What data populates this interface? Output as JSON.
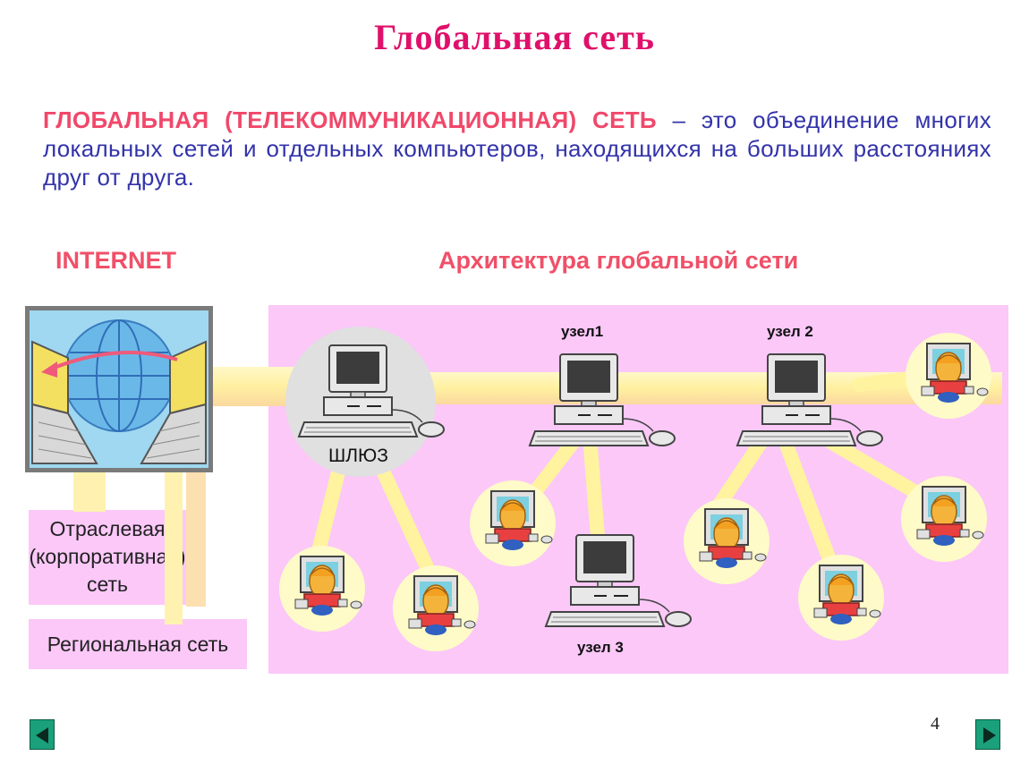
{
  "title": "Глобальная  сеть",
  "definition": {
    "term": "ГЛОБАЛЬНАЯ  (ТЕЛЕКОММУНИКАЦИОННАЯ)  СЕТЬ",
    "text": " – это  объединение многих локальных сетей и отдельных компьютеров, находящихся на больших расстояниях друг  от  друга."
  },
  "labels": {
    "internet": "INTERNET",
    "architecture": "Архитектура  глобальной  сети"
  },
  "nodes": {
    "gateway": "ШЛЮЗ",
    "node1": "узел1",
    "node2": "узел 2",
    "node3": "узел 3"
  },
  "side_boxes": {
    "corporate_line1": "Отраслевая",
    "corporate_line2": "(корпоративная)",
    "corporate_line3": "сеть",
    "regional": "Региональная сеть"
  },
  "page_number": "4",
  "colors": {
    "title": "#e0106a",
    "definition_term": "#f0486a",
    "definition_text": "#3333aa",
    "background_area": "#fbc8f8",
    "link": "#fff3a0",
    "nav_button": "#1aa07a"
  },
  "icons": {
    "internet": "internet-globe-laptops-icon",
    "computer": "desktop-computer-icon",
    "user": "user-at-computer-icon",
    "prev": "arrow-left-icon",
    "next": "arrow-right-icon"
  }
}
